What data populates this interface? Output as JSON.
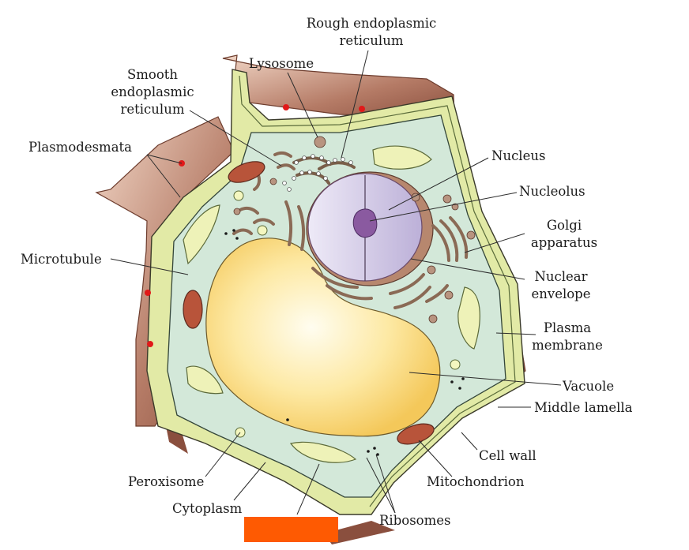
{
  "labels": {
    "rough_er_1": "Rough endoplasmic",
    "rough_er_2": "reticulum",
    "lysosome": "Lysosome",
    "smooth_er_1": "Smooth",
    "smooth_er_2": "endoplasmic",
    "smooth_er_3": "reticulum",
    "plasmodesmata": "Plasmodesmata",
    "nucleus": "Nucleus",
    "nucleolus": "Nucleolus",
    "golgi_1": "Golgi",
    "golgi_2": "apparatus",
    "microtubule": "Microtubule",
    "nuclear_envelope_1": "Nuclear",
    "nuclear_envelope_2": "envelope",
    "plasma_membrane_1": "Plasma",
    "plasma_membrane_2": "membrane",
    "vacuole": "Vacuole",
    "middle_lamella": "Middle lamella",
    "cell_wall": "Cell wall",
    "peroxisome": "Peroxisome",
    "mitochondrion": "Mitochondrion",
    "cytoplasm": "Cytoplasm",
    "ribosomes": "Ribosomes"
  },
  "colors": {
    "cell_wall": "#e2eaa6",
    "neighbour_wall": "#c99b86",
    "cytoplasm": "#d3e8d9",
    "vacuole": "#fde9a4",
    "nucleus": "#ddd6ec",
    "nucleolus": "#8a5aa0",
    "mitochondrion": "#b8543a",
    "plasmodesmata_dot": "#e11919",
    "redaction_box": "#fe5a02"
  }
}
